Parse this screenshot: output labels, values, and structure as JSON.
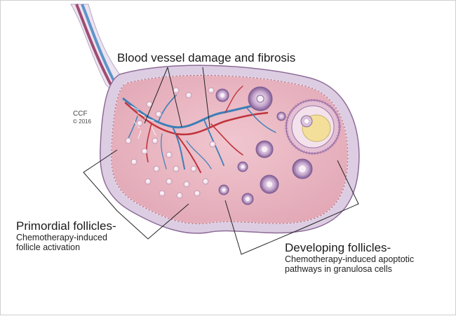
{
  "title": "Blood vessel damage and fibrosis",
  "credit": {
    "org": "CCF",
    "year": "© 2016"
  },
  "primordial": {
    "heading": "Primordial follicles-",
    "desc_line1": "Chemotherapy-induced",
    "desc_line2": "follicle activation"
  },
  "developing": {
    "heading": "Developing follicles-",
    "desc_line1": "Chemotherapy-induced apoptotic",
    "desc_line2": "pathways in granulosa cells"
  },
  "colors": {
    "ovary_fill": "#e9b7c2",
    "ovary_outline": "#9b6f98",
    "cortex_band": "#d7c7dc",
    "artery": "#c0343b",
    "vein": "#3d7fb7",
    "follicle_purple": "#8c6aa0",
    "oocyte_yellow": "#f3df9a"
  }
}
